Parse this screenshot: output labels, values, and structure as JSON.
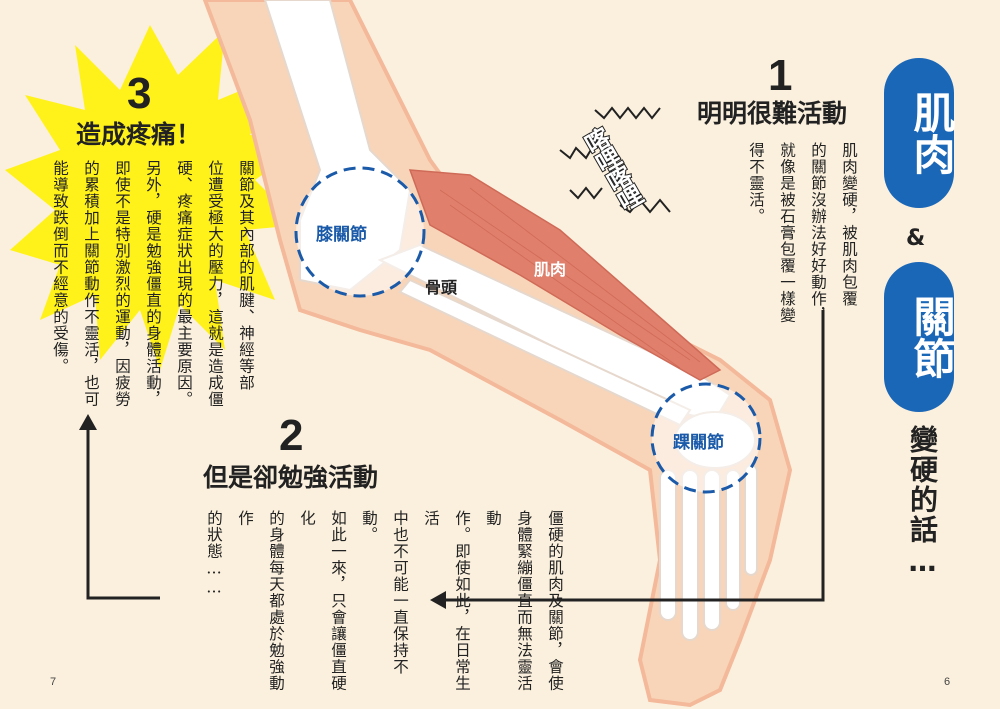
{
  "title": {
    "word1": "肌肉",
    "amp": "&",
    "word2": "關節",
    "subtitle": "變硬的話…"
  },
  "step1": {
    "number": "1",
    "heading": "明明很難活動",
    "body": [
      "肌肉變硬，被肌肉包覆",
      "的關節沒辦法好好動作，",
      "就像是被石膏包覆一樣變",
      "得不靈活。"
    ]
  },
  "step2": {
    "number": "2",
    "heading": "但是卻勉強活動",
    "body": [
      "僵硬的肌肉及關節，會使",
      "身體緊繃僵直而無法靈活動",
      "作。即使如此，在日常生活",
      "中也不可能一直保持不動。",
      "如此一來，只會讓僵直硬化",
      "的身體每天都處於勉強動作",
      "的狀態……"
    ]
  },
  "step3": {
    "number": "3",
    "heading": "造成疼痛！",
    "body": [
      "關節及其內部的肌腱、神經等部",
      "位遭受極大的壓力，這就是造成僵",
      "硬、疼痛症狀出現的最主要原因。",
      "另外，硬是勉強僵直的身體活動，",
      "即使不是特別激烈的運動，因疲勞",
      "的累積加上關節動作不靈活，也可",
      "能導致跌倒而不經意的受傷。"
    ]
  },
  "labels": {
    "knee": "膝關節",
    "bone": "骨頭",
    "muscle": "肌肉",
    "ankle": "踝關節",
    "sound": "喀哩喀哩"
  },
  "page_numbers": {
    "left": "7",
    "right": "6"
  },
  "colors": {
    "accent_blue": "#1a66b7",
    "burst_yellow": "#fff21a",
    "background": "#fbf0dd",
    "muscle": "#e0806c",
    "skin": "#f8d5b8"
  }
}
